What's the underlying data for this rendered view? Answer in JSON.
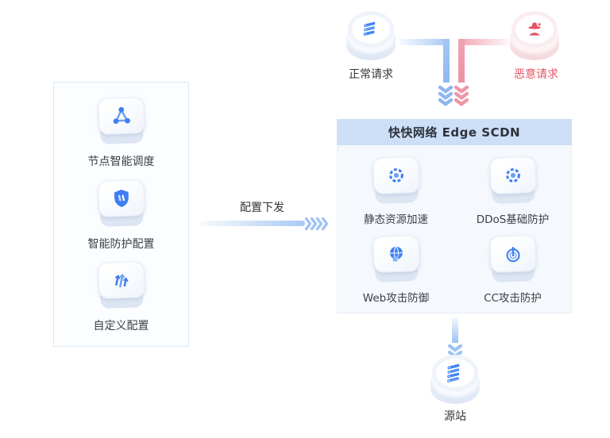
{
  "colors": {
    "accent_blue": "#3f7ef2",
    "flow_blue": "#8fb6f3",
    "flow_red": "#ef97a7",
    "malicious_text": "#e25465",
    "scdn_header_bg": "#cddff7",
    "scdn_body_bg": "#f5f9fd",
    "label_text": "#333333"
  },
  "top_flow": {
    "normal_label": "正常请求",
    "malicious_label": "恶意请求"
  },
  "left_panel": {
    "items": [
      {
        "label": "节点智能调度"
      },
      {
        "label": "智能防护配置"
      },
      {
        "label": "自定义配置"
      }
    ]
  },
  "config_flow": {
    "label": "配置下发"
  },
  "scdn": {
    "title": "快快网络 Edge SCDN",
    "features": [
      {
        "label": "静态资源加速"
      },
      {
        "label": "DDoS基础防护"
      },
      {
        "label": "Web攻击防御"
      },
      {
        "label": "CC攻击防护"
      }
    ]
  },
  "origin": {
    "label": "源站"
  }
}
